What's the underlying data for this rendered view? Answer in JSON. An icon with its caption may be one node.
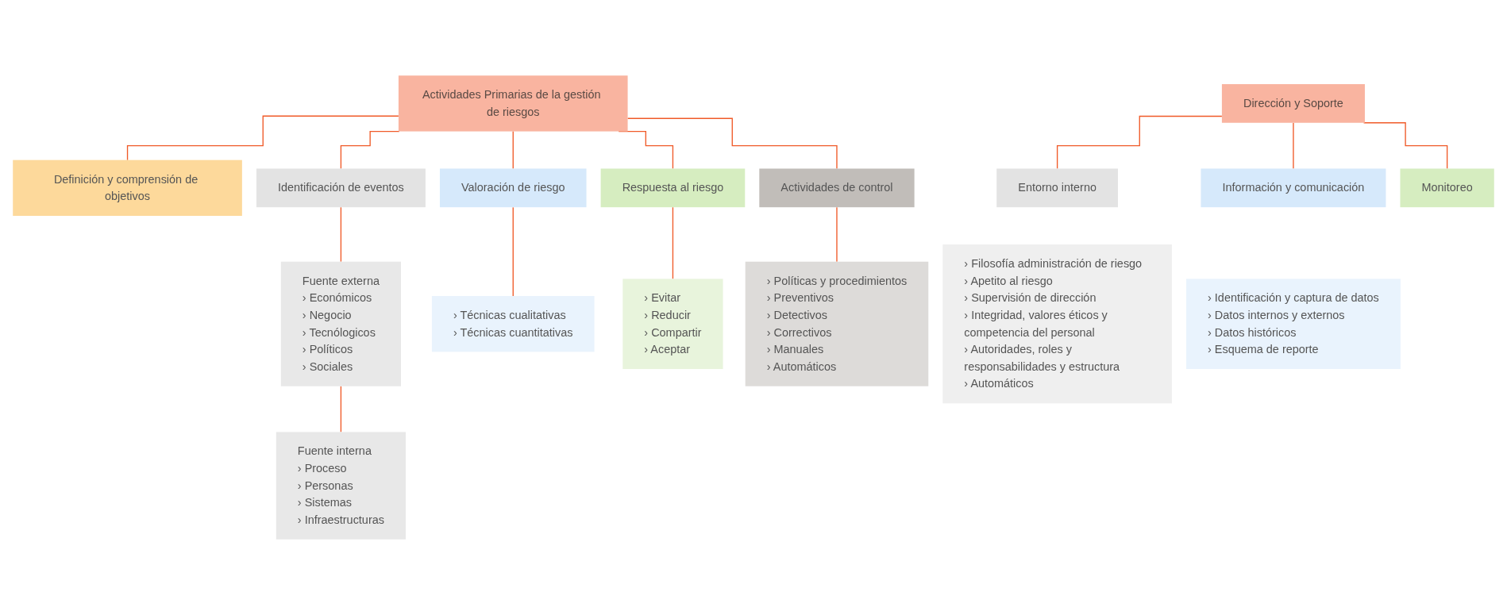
{
  "diagram": {
    "nodes": [
      {
        "text": [
          "Actividades Primarias de la gestión de riesgos"
        ]
      },
      {
        "text": [
          "Definición y comprensión de objetivos"
        ]
      },
      {
        "text": [
          "Identificación de eventos"
        ]
      },
      {
        "text": [
          "Valoración de riesgo"
        ]
      },
      {
        "text": [
          "Respuesta al riesgo"
        ]
      },
      {
        "text": [
          "Actividades de control"
        ]
      },
      {
        "text": [
          "Fuente externa",
          "› Económicos",
          "› Negocio",
          "› Tecnólogicos",
          "› Políticos",
          "› Sociales"
        ]
      },
      {
        "text": [
          "Fuente interna",
          "› Proceso",
          "› Personas",
          "› Sistemas",
          "› Infraestructuras"
        ]
      },
      {
        "text": [
          "› Técnicas cualitativas",
          "› Técnicas cuantitativas"
        ]
      },
      {
        "text": [
          "› Evitar",
          "› Reducir",
          "› Compartir",
          "› Aceptar"
        ]
      },
      {
        "text": [
          "› Políticas y procedimientos",
          "› Preventivos",
          "› Detectivos",
          "› Correctivos",
          "› Manuales",
          "› Automáticos"
        ]
      },
      {
        "text": [
          "Dirección y Soporte"
        ]
      },
      {
        "text": [
          "Entorno interno"
        ]
      },
      {
        "text": [
          "Información y comunicación"
        ]
      },
      {
        "text": [
          "Monitoreo"
        ]
      },
      {
        "text": [
          "› Filosofía administración de riesgo",
          "› Apetito al riesgo",
          "› Supervisión de dirección",
          "› Integridad, valores éticos y competencia del personal",
          "› Autoridades, roles y responsabilidades y estructura",
          "› Automáticos"
        ]
      },
      {
        "text": [
          "› Identificación y captura de datos",
          "› Datos internos y externos",
          "› Datos históricos",
          "› Esquema de reporte"
        ]
      }
    ],
    "edges": [
      {
        "from": 0,
        "to": 1,
        "arrow": "none"
      },
      {
        "from": 0,
        "to": 2,
        "arrow": "none"
      },
      {
        "from": 0,
        "to": 3,
        "arrow": "none"
      },
      {
        "from": 0,
        "to": 4,
        "arrow": "none"
      },
      {
        "from": 0,
        "to": 5,
        "arrow": "none"
      },
      {
        "from": 2,
        "to": 6,
        "arrow": "none"
      },
      {
        "from": 6,
        "to": 7,
        "arrow": "none"
      },
      {
        "from": 3,
        "to": 8,
        "arrow": "none"
      },
      {
        "from": 4,
        "to": 9,
        "arrow": "none"
      },
      {
        "from": 5,
        "to": 10,
        "arrow": "none"
      },
      {
        "from": 11,
        "to": 12,
        "arrow": "none"
      },
      {
        "from": 11,
        "to": 13,
        "arrow": "none"
      },
      {
        "from": 11,
        "to": 14,
        "arrow": "none"
      }
    ]
  }
}
